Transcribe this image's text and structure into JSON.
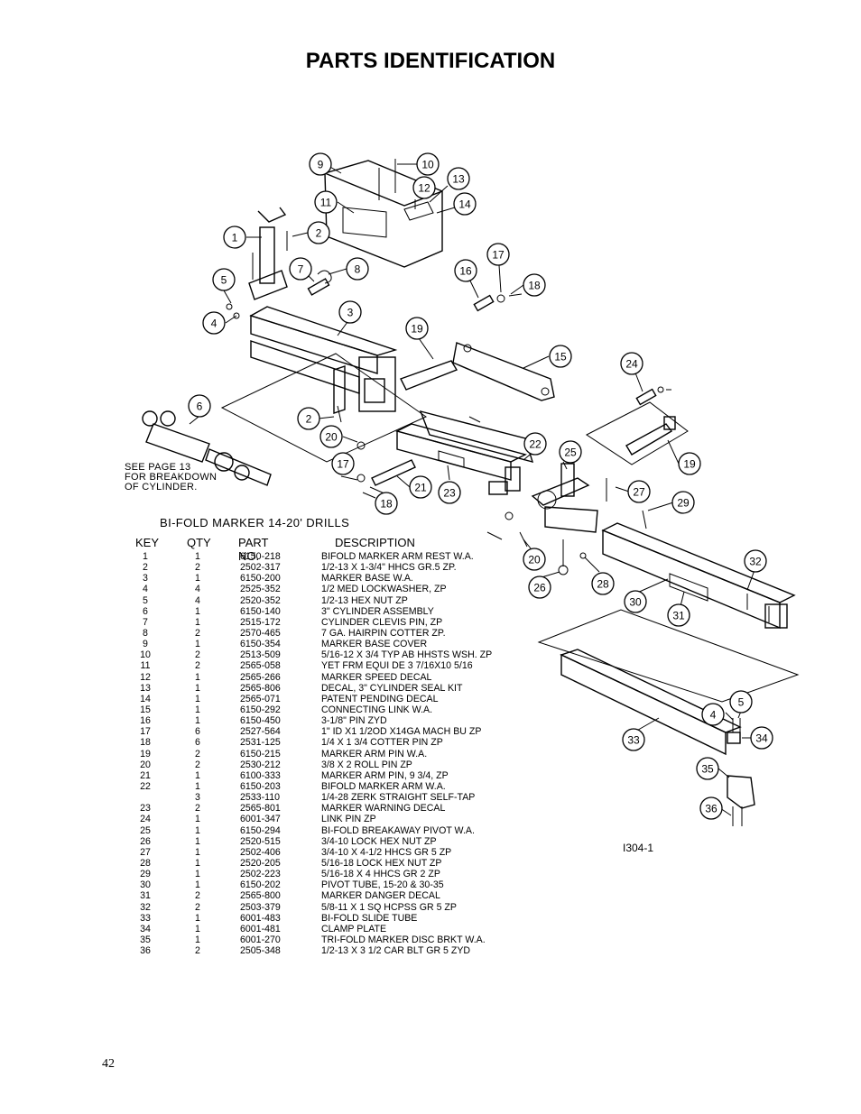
{
  "page": {
    "title": "PARTS IDENTIFICATION",
    "page_number": "42"
  },
  "diagram": {
    "note_lines": [
      "SEE PAGE 13",
      "FOR BREAKDOWN",
      "OF CYLINDER."
    ],
    "subtitle": "BI-FOLD MARKER 14-20' DRILLS",
    "drawing_number": "I304-1",
    "balloons": [
      "1",
      "2",
      "2",
      "3",
      "4",
      "4",
      "5",
      "5",
      "6",
      "7",
      "8",
      "9",
      "10",
      "11",
      "12",
      "13",
      "14",
      "15",
      "16",
      "17",
      "17",
      "18",
      "18",
      "19",
      "19",
      "20",
      "20",
      "21",
      "22",
      "23",
      "24",
      "25",
      "26",
      "27",
      "28",
      "29",
      "30",
      "31",
      "32",
      "33",
      "34",
      "35",
      "36"
    ]
  },
  "parts_table": {
    "headers": {
      "key": "KEY",
      "qty": "QTY",
      "part": "PART NO.",
      "desc": "DESCRIPTION"
    },
    "rows": [
      {
        "key": "1",
        "qty": "1",
        "part": "6150-218",
        "desc": "BIFOLD MARKER ARM REST W.A."
      },
      {
        "key": "2",
        "qty": "2",
        "part": "2502-317",
        "desc": "1/2-13 X 1-3/4\" HHCS GR.5 ZP."
      },
      {
        "key": "3",
        "qty": "1",
        "part": "6150-200",
        "desc": "MARKER BASE W.A."
      },
      {
        "key": "4",
        "qty": "4",
        "part": "2525-352",
        "desc": "1/2 MED LOCKWASHER, ZP"
      },
      {
        "key": "5",
        "qty": "4",
        "part": "2520-352",
        "desc": "1/2-13 HEX NUT ZP"
      },
      {
        "key": "6",
        "qty": "1",
        "part": "6150-140",
        "desc": "3\" CYLINDER ASSEMBLY"
      },
      {
        "key": "7",
        "qty": "1",
        "part": "2515-172",
        "desc": "CYLINDER CLEVIS PIN, ZP"
      },
      {
        "key": "8",
        "qty": "2",
        "part": "2570-465",
        "desc": "7 GA. HAIRPIN COTTER ZP."
      },
      {
        "key": "9",
        "qty": "1",
        "part": "6150-354",
        "desc": "MARKER BASE COVER"
      },
      {
        "key": "10",
        "qty": "2",
        "part": "2513-509",
        "desc": "5/16-12 X 3/4 TYP AB HHSTS WSH. ZP"
      },
      {
        "key": "11",
        "qty": "2",
        "part": "2565-058",
        "desc": "YET FRM EQUI DE 3 7/16X10 5/16"
      },
      {
        "key": "12",
        "qty": "1",
        "part": "2565-266",
        "desc": "MARKER SPEED DECAL"
      },
      {
        "key": "13",
        "qty": "1",
        "part": "2565-806",
        "desc": "DECAL, 3\" CYLINDER SEAL KIT"
      },
      {
        "key": "14",
        "qty": "1",
        "part": "2565-071",
        "desc": "PATENT PENDING DECAL"
      },
      {
        "key": "15",
        "qty": "1",
        "part": "6150-292",
        "desc": "CONNECTING LINK W.A."
      },
      {
        "key": "16",
        "qty": "1",
        "part": "6150-450",
        "desc": "3-1/8\" PIN ZYD"
      },
      {
        "key": "17",
        "qty": "6",
        "part": "2527-564",
        "desc": "1\" ID X1 1/2OD X14GA MACH BU ZP"
      },
      {
        "key": "18",
        "qty": "6",
        "part": "2531-125",
        "desc": "1/4 X 1 3/4 COTTER PIN ZP"
      },
      {
        "key": "19",
        "qty": "2",
        "part": "6150-215",
        "desc": "MARKER ARM PIN W.A."
      },
      {
        "key": "20",
        "qty": "2",
        "part": "2530-212",
        "desc": "3/8 X 2 ROLL PIN ZP"
      },
      {
        "key": "21",
        "qty": "1",
        "part": "6100-333",
        "desc": "MARKER ARM PIN, 9 3/4, ZP"
      },
      {
        "key": "22",
        "qty": "1",
        "part": "6150-203",
        "desc": "BIFOLD MARKER ARM W.A."
      },
      {
        "key": "",
        "qty": "3",
        "part": "2533-110",
        "desc": "1/4-28 ZERK STRAIGHT SELF-TAP"
      },
      {
        "key": "23",
        "qty": "2",
        "part": "2565-801",
        "desc": "MARKER WARNING DECAL"
      },
      {
        "key": "24",
        "qty": "1",
        "part": "6001-347",
        "desc": "LINK PIN ZP"
      },
      {
        "key": "25",
        "qty": "1",
        "part": "6150-294",
        "desc": "BI-FOLD BREAKAWAY PIVOT W.A."
      },
      {
        "key": "26",
        "qty": "1",
        "part": "2520-515",
        "desc": "3/4-10 LOCK HEX NUT ZP"
      },
      {
        "key": "27",
        "qty": "1",
        "part": "2502-406",
        "desc": "3/4-10 X 4-1/2 HHCS GR 5 ZP"
      },
      {
        "key": "28",
        "qty": "1",
        "part": "2520-205",
        "desc": "5/16-18 LOCK HEX NUT ZP"
      },
      {
        "key": "29",
        "qty": "1",
        "part": "2502-223",
        "desc": "5/16-18 X 4 HHCS GR 2 ZP"
      },
      {
        "key": "30",
        "qty": "1",
        "part": "6150-202",
        "desc": "PIVOT TUBE, 15-20 & 30-35"
      },
      {
        "key": "31",
        "qty": "2",
        "part": "2565-800",
        "desc": "MARKER DANGER DECAL"
      },
      {
        "key": "32",
        "qty": "2",
        "part": "2503-379",
        "desc": "5/8-11 X 1 SQ HCPSS GR 5 ZP"
      },
      {
        "key": "33",
        "qty": "1",
        "part": "6001-483",
        "desc": "BI-FOLD SLIDE TUBE"
      },
      {
        "key": "34",
        "qty": "1",
        "part": "6001-481",
        "desc": "CLAMP PLATE"
      },
      {
        "key": "35",
        "qty": "1",
        "part": "6001-270",
        "desc": "TRI-FOLD MARKER DISC BRKT W.A."
      },
      {
        "key": "36",
        "qty": "2",
        "part": "2505-348",
        "desc": "1/2-13 X 3 1/2 CAR BLT GR 5 ZYD"
      }
    ]
  }
}
